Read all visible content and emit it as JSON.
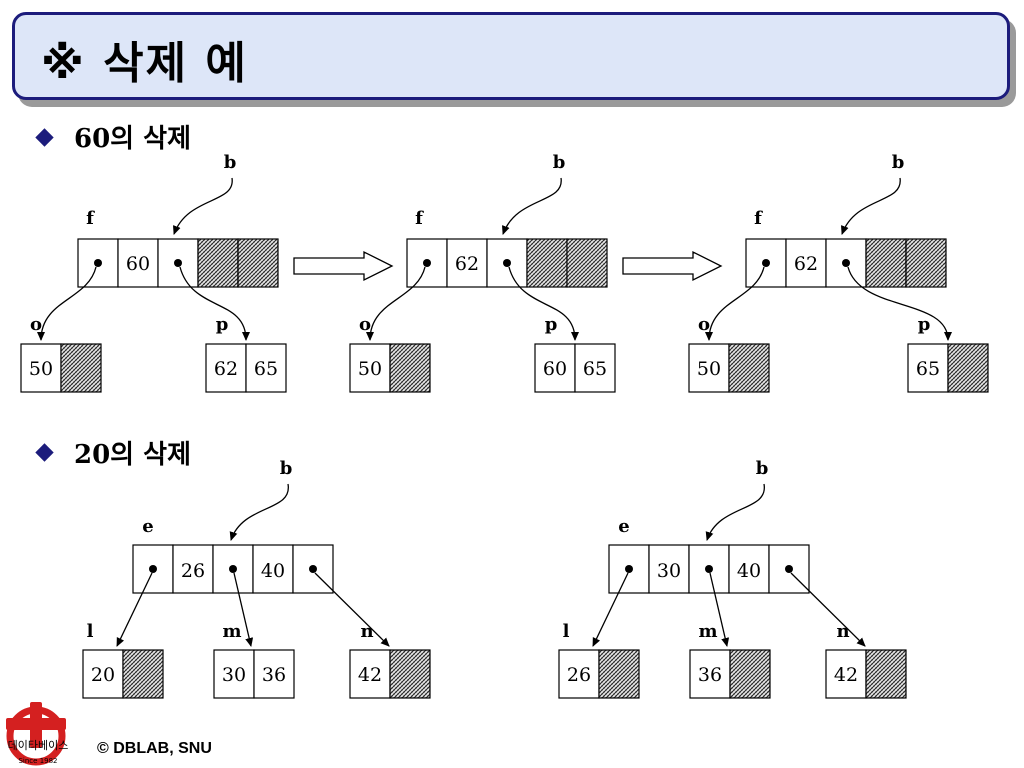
{
  "slide": {
    "title": "※ 삭제 예",
    "footer": "© DBLAB, SNU",
    "logo_text": "데이타베이스",
    "logo_since": "Since 1982",
    "accent_color": "#1c1c7c",
    "title_bg": "#dde6f8",
    "bullet_color": "#1c1c7c",
    "logo_color": "#d42020"
  },
  "sections": [
    {
      "heading": "60의 삭제",
      "stages": [
        {
          "labels": [
            "b",
            "f",
            "o",
            "p"
          ],
          "root_keys": [
            "60"
          ],
          "left_keys": [
            "50"
          ],
          "right_keys": [
            "62",
            "65"
          ]
        },
        {
          "labels": [
            "b",
            "f",
            "o",
            "p"
          ],
          "root_keys": [
            "62"
          ],
          "left_keys": [
            "50"
          ],
          "right_keys": [
            "60",
            "65"
          ]
        },
        {
          "labels": [
            "b",
            "f",
            "o",
            "p"
          ],
          "root_keys": [
            "62"
          ],
          "left_keys": [
            "50"
          ],
          "right_keys": [
            "65"
          ]
        }
      ]
    },
    {
      "heading": "20의 삭제",
      "stages": [
        {
          "labels": [
            "b",
            "e",
            "l",
            "m",
            "n"
          ],
          "root_keys": [
            "26",
            "40"
          ],
          "child_keys": [
            [
              "20"
            ],
            [
              "30",
              "36"
            ],
            [
              "42"
            ]
          ]
        },
        {
          "labels": [
            "b",
            "e",
            "l",
            "m",
            "n"
          ],
          "root_keys": [
            "30",
            "40"
          ],
          "child_keys": [
            [
              "26"
            ],
            [
              "36"
            ],
            [
              "42"
            ]
          ]
        }
      ]
    }
  ]
}
